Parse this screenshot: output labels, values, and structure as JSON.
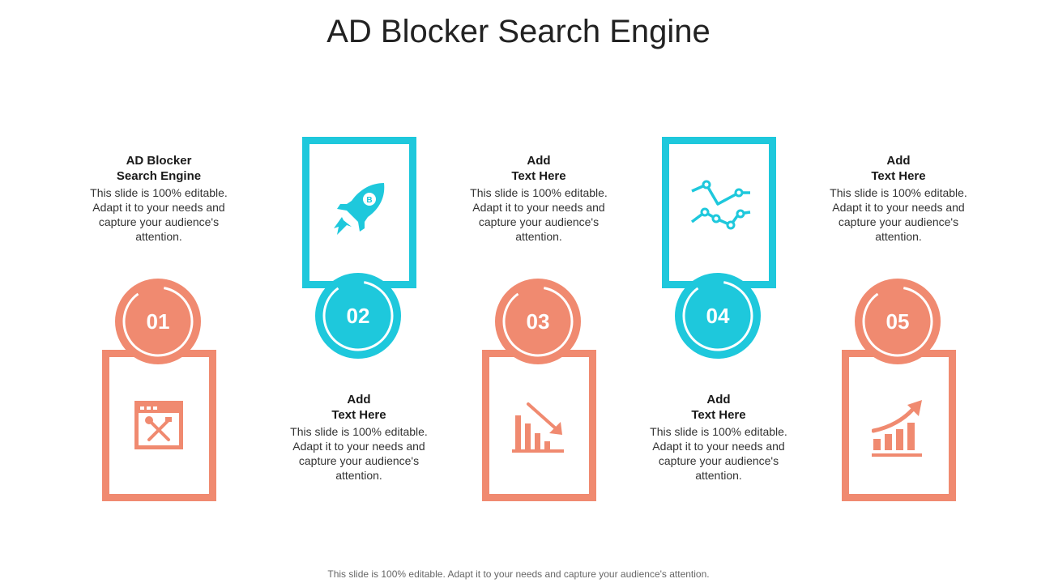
{
  "title": "AD Blocker Search Engine",
  "colors": {
    "coral": "#f08a70",
    "cyan": "#1ec8dc"
  },
  "steps": [
    {
      "number": "01",
      "heading": "AD Blocker\nSearch Engine",
      "body": "This slide is 100% editable. Adapt it to your needs and capture your audience's attention.",
      "icon": "browser-tools-icon"
    },
    {
      "number": "02",
      "heading": "Add\nText Here",
      "body": "This slide is 100% editable. Adapt it to your needs and capture your audience's attention.",
      "icon": "rocket-icon"
    },
    {
      "number": "03",
      "heading": "Add\nText Here",
      "body": "This slide is 100% editable. Adapt it to your needs and capture your audience's attention.",
      "icon": "bar-chart-down-icon"
    },
    {
      "number": "04",
      "heading": "Add\nText Here",
      "body": "This slide is 100% editable. Adapt it to your needs and capture your audience's attention.",
      "icon": "line-graph-icon"
    },
    {
      "number": "05",
      "heading": "Add\nText Here",
      "body": "This slide is 100% editable. Adapt it to your needs and capture your audience's attention.",
      "icon": "bar-chart-up-icon"
    }
  ],
  "footer": "This slide is 100% editable. Adapt it to your needs and capture your audience's attention."
}
